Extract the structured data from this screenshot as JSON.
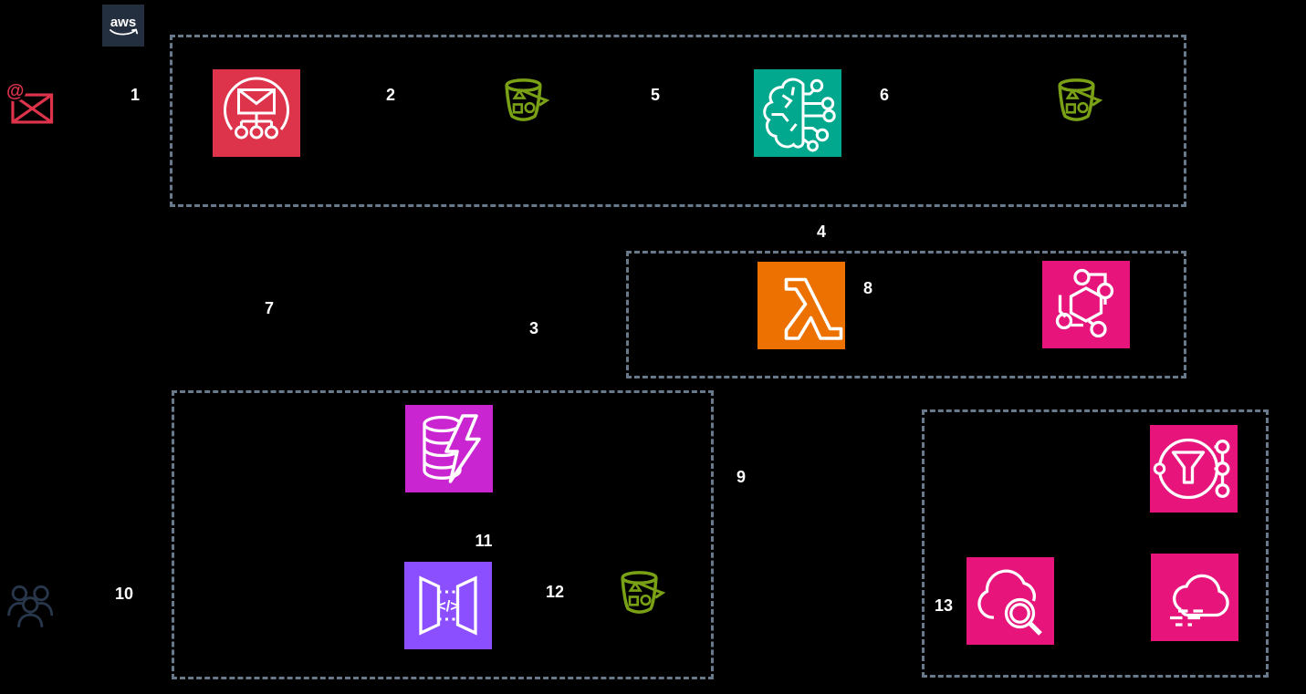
{
  "canvas": {
    "background": "#000000",
    "border_color": "#69798C"
  },
  "aws_logo": {
    "text": "aws",
    "bg": "#232F3E",
    "fg": "#FFFFFF"
  },
  "steps": [
    "1",
    "2",
    "3",
    "4",
    "5",
    "6",
    "7",
    "8",
    "9",
    "10",
    "11",
    "12",
    "13"
  ],
  "nodes": {
    "email_at": {
      "icon": "email-at-icon",
      "color": "#DD344C"
    },
    "email_distribution": {
      "icon": "email-distribution-icon",
      "color": "#DD344C"
    },
    "bucket_a": {
      "icon": "s3-bucket-icon",
      "color": "#7AA116"
    },
    "brain_ml": {
      "icon": "machine-learning-brain-icon",
      "color": "#01A88D"
    },
    "bucket_b": {
      "icon": "s3-bucket-icon",
      "color": "#7AA116"
    },
    "lambda_fn": {
      "icon": "lambda-icon",
      "color": "#ED7100"
    },
    "hex_network": {
      "icon": "hexagon-network-icon",
      "color": "#E7157B"
    },
    "db_lightning": {
      "icon": "database-lightning-icon",
      "color": "#C925D1"
    },
    "api_gateway": {
      "icon": "api-gateway-icon",
      "color": "#8C4FFF"
    },
    "bucket_c": {
      "icon": "s3-bucket-icon",
      "color": "#7AA116"
    },
    "funnel_fanout": {
      "icon": "funnel-fanout-icon",
      "color": "#E7157B"
    },
    "cloud_search": {
      "icon": "cloud-magnifier-icon",
      "color": "#E7157B"
    },
    "cloud_stream": {
      "icon": "cloud-lines-icon",
      "color": "#E7157B"
    },
    "users": {
      "icon": "users-icon",
      "color": "#27364A"
    }
  }
}
